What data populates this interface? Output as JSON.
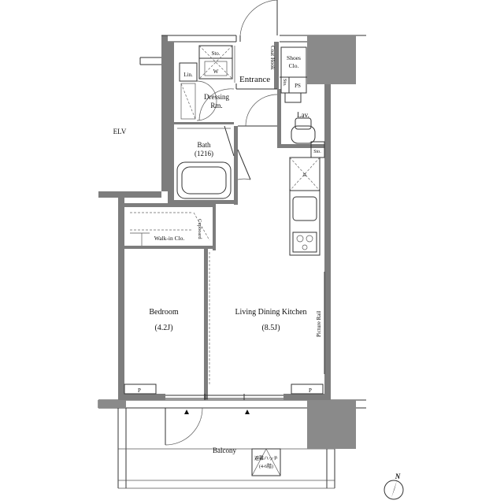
{
  "rooms": {
    "entrance": "Entrance",
    "coat_hook": "Coat Hook",
    "shoes_closet_line1": "Shoes",
    "shoes_closet_line2": "Clo.",
    "sto_small": "Sto.",
    "ps": "PS",
    "sto_top": "Sto.",
    "washer": "W",
    "linen": "Lin.",
    "dressing_line1": "Dressing",
    "dressing_line2": "Rm.",
    "lavatory": "Lav.",
    "sto_lav": "Sto.",
    "bath_line1": "Bath",
    "bath_line2": "(1216)",
    "refrigerator": "R",
    "elv": "ELV",
    "walk_in_closet": "Walk-in Clo.",
    "cupboard": "Cupboard",
    "bedroom_line1": "Bedroom",
    "bedroom_line2": "(4.2J)",
    "ldk_line1": "Living Dining Kitchen",
    "ldk_line2": "(8.5J)",
    "picture_rail": "Picture Rail",
    "pipe_left": "P",
    "pipe_right": "P",
    "balcony": "Balcony",
    "hatch_line1": "避難ハッチ",
    "hatch_line2": "(4-6階)",
    "north": "N"
  }
}
